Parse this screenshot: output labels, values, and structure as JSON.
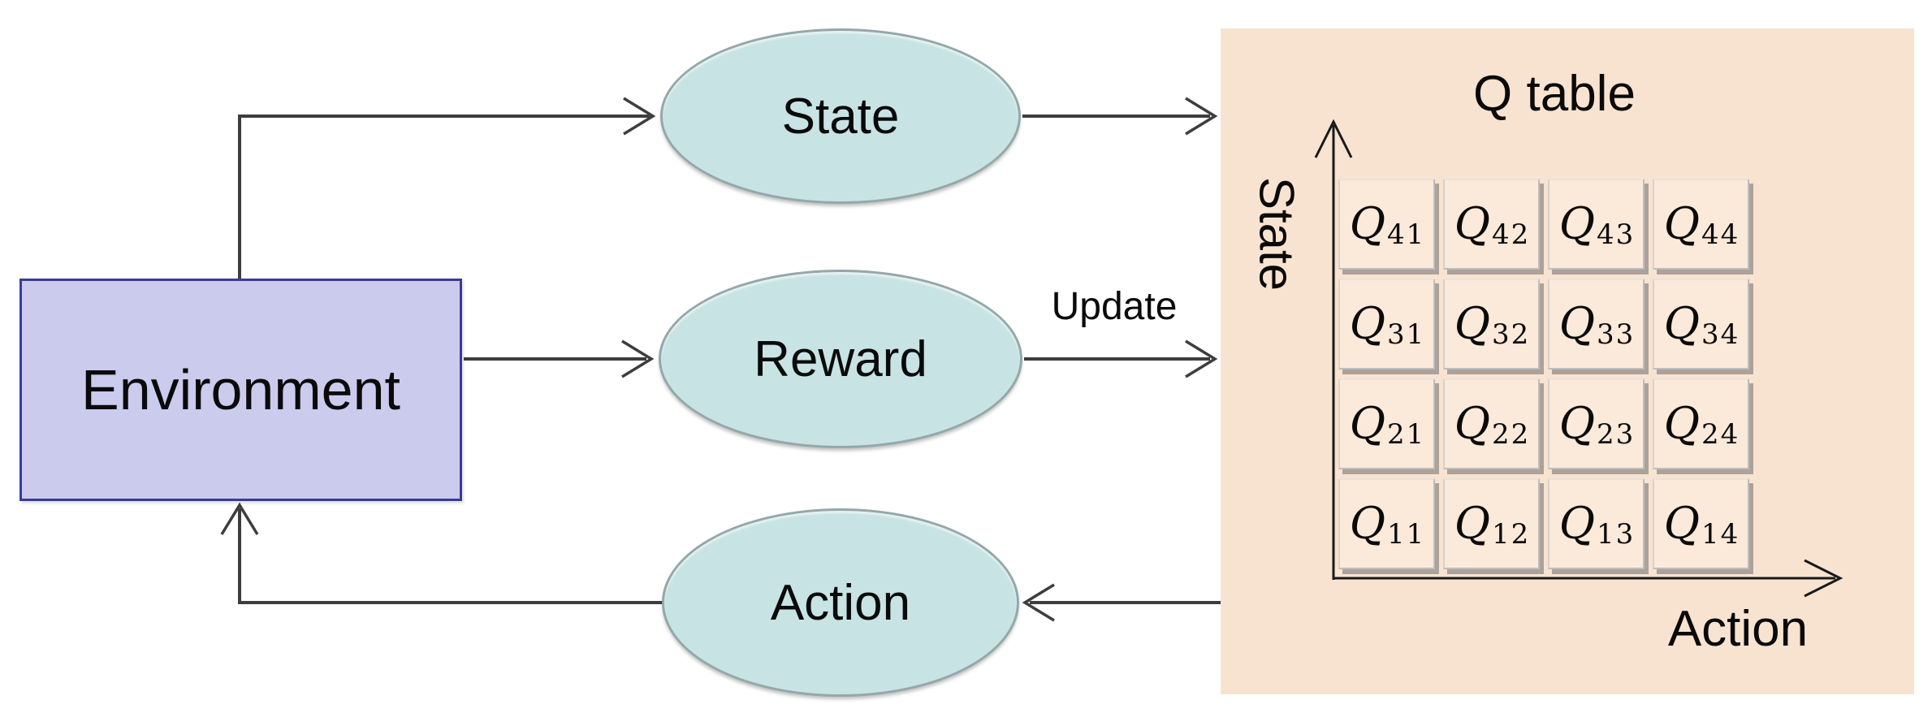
{
  "diagram": {
    "environment": {
      "label": "Environment"
    },
    "nodes": [
      {
        "id": "state",
        "label": "State"
      },
      {
        "id": "reward",
        "label": "Reward"
      },
      {
        "id": "action",
        "label": "Action"
      }
    ],
    "update_label": "Update"
  },
  "qtable": {
    "title": "Q table",
    "y_axis_label": "State",
    "x_axis_label": "Action",
    "cells": [
      {
        "base": "Q",
        "sub": "41"
      },
      {
        "base": "Q",
        "sub": "42"
      },
      {
        "base": "Q",
        "sub": "43"
      },
      {
        "base": "Q",
        "sub": "44"
      },
      {
        "base": "Q",
        "sub": "31"
      },
      {
        "base": "Q",
        "sub": "32"
      },
      {
        "base": "Q",
        "sub": "33"
      },
      {
        "base": "Q",
        "sub": "34"
      },
      {
        "base": "Q",
        "sub": "21"
      },
      {
        "base": "Q",
        "sub": "22"
      },
      {
        "base": "Q",
        "sub": "23"
      },
      {
        "base": "Q",
        "sub": "24"
      },
      {
        "base": "Q",
        "sub": "11"
      },
      {
        "base": "Q",
        "sub": "12"
      },
      {
        "base": "Q",
        "sub": "13"
      },
      {
        "base": "Q",
        "sub": "14"
      }
    ]
  },
  "colors": {
    "panel_bg": "#f8e3d1",
    "cell_bg": "#fbe9da",
    "cell_border": "#bdbdbd",
    "node_fill": "#c8e3e4",
    "node_border": "#95a8a9",
    "environment_fill": "#cbcbee",
    "environment_border": "#3a3a9c",
    "connector": "#3d3d3d",
    "axis": "#1a1a1a",
    "text": "#000000"
  }
}
